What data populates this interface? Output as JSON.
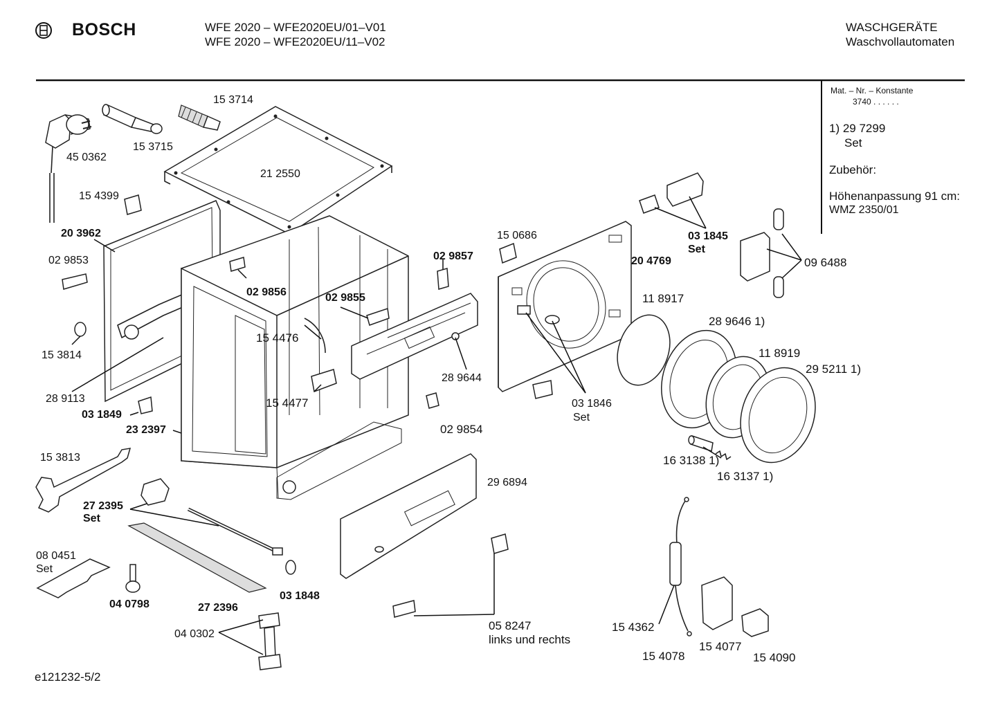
{
  "header": {
    "brand": "BOSCH",
    "model_line_1": "WFE 2020 – WFE2020EU/01–V01",
    "model_line_2": "WFE 2020 – WFE2020EU/11–V02",
    "category_1": "WASCHGERÄTE",
    "category_2": "Waschvollautomaten"
  },
  "sidebar": {
    "mat_label": "Mat. – Nr. – Konstante",
    "mat_value": "3740  .  .    .  .  .  .",
    "note_number": "1)  29 7299",
    "note_set": "Set",
    "accessory_label": "Zubehör:",
    "height_label": "Höhenanpassung 91 cm:",
    "height_value": "WMZ 2350/01"
  },
  "parts": {
    "p153714": "15 3714",
    "p153715": "15 3715",
    "p450362": "45 0362",
    "p212550": "21 2550",
    "p154399": "15 4399",
    "p203962": "20 3962",
    "p029853": "02 9853",
    "p029856": "02 9856",
    "p029855": "02 9855",
    "p029857": "02 9857",
    "p150686": "15 0686",
    "p204769": "20 4769",
    "p031845": "03 1845",
    "p031845set": "Set",
    "p096488": "09 6488",
    "p118917": "11 8917",
    "p289646": "28 9646 1)",
    "p118919": "11 8919",
    "p295211": "29 5211 1)",
    "p153814": "15 3814",
    "p154476": "15 4476",
    "p289644": "28 9644",
    "p031846": "03 1846",
    "p031846set": "Set",
    "p289113": "28 9113",
    "p154477": "15 4477",
    "p031849": "03 1849",
    "p029854": "02 9854",
    "p232397": "23 2397",
    "p163138": "16 3138 1)",
    "p163137": "16 3137 1)",
    "p153813": "15 3813",
    "p296894": "29 6894",
    "p272395": "27 2395",
    "p272395set": "Set",
    "p080451": "08 0451",
    "p080451set": "Set",
    "p040798": "04 0798",
    "p272396": "27 2396",
    "p031848": "03 1848",
    "p058247": "05 8247",
    "p058247note": "links und rechts",
    "p040302": "04 0302",
    "p154362": "15 4362",
    "p154078": "15 4078",
    "p154077": "15 4077",
    "p154090": "15 4090"
  },
  "footer": {
    "drawing_id": "e121232-5/2"
  }
}
